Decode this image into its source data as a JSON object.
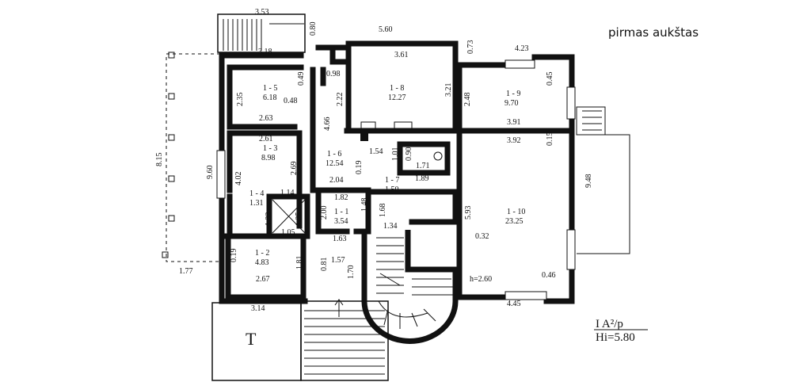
{
  "title": "pirmas aukštas",
  "rooms": [
    {
      "id": "1 - 5",
      "area": "6.18"
    },
    {
      "id": "1 - 3",
      "area": "8.98"
    },
    {
      "id": "1 - 4",
      "area": "1.31"
    },
    {
      "id": "1 - 2",
      "area": "4.83"
    },
    {
      "id": "1 - 1",
      "area": "3.54"
    },
    {
      "id": "1 - 6",
      "area": "12.54"
    },
    {
      "id": "1 - 7",
      "area": "1.50"
    },
    {
      "id": "1 - 8",
      "area": "12.27"
    },
    {
      "id": "1 - 9",
      "area": "9.70"
    },
    {
      "id": "1 - 10",
      "area": "23.25"
    }
  ],
  "dimensions": [
    "3.53",
    "0.80",
    "3.18",
    "5.60",
    "3.61",
    "0.73",
    "4.23",
    "0.45",
    "0.98",
    "0.49",
    "0.48",
    "2.35",
    "2.63",
    "2.22",
    "3.21",
    "2.48",
    "3.91",
    "3.92",
    "0.15",
    "2.61",
    "4.66",
    "2.69",
    "1.54",
    "1.01",
    "0.90",
    "1.71",
    "8.15",
    "9.60",
    "4.02",
    "1.14",
    "2.04",
    "0.19",
    "1.89",
    "1.82",
    "1.48",
    "2.00",
    "1.68",
    "9.48",
    "5.93",
    "1.33",
    "1.25",
    "1.05",
    "1.63",
    "1.34",
    "0.32",
    "0.19",
    "1.81",
    "0.81",
    "1.57",
    "1.70",
    "2.67",
    "0.46",
    "1.77",
    "3.14",
    "4.45"
  ],
  "h_note": "h=2.60",
  "terrace_label": "T",
  "stamp": {
    "line1": "I  A²/p",
    "line2": "Hi=5.80"
  }
}
